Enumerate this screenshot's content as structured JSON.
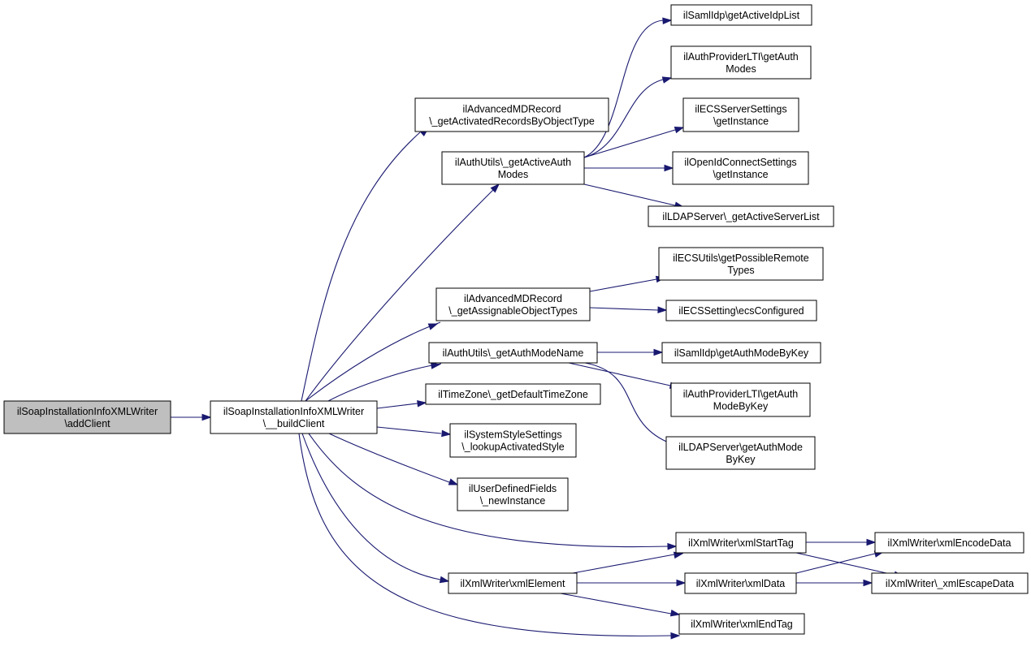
{
  "colors": {
    "edge": "#191970",
    "node_border": "#000000",
    "node_fill": "#ffffff",
    "root_fill": "#bfbfbf"
  },
  "nodes": [
    {
      "id": "n0",
      "lines": [
        "ilSoapInstallationInfoXMLWriter",
        "\\addClient"
      ],
      "root": true
    },
    {
      "id": "n1",
      "lines": [
        "ilSoapInstallationInfoXMLWriter",
        "\\__buildClient"
      ]
    },
    {
      "id": "n2",
      "lines": [
        "ilAdvancedMDRecord",
        "\\_getActivatedRecordsByObjectType"
      ]
    },
    {
      "id": "n3",
      "lines": [
        "ilAuthUtils\\_getActiveAuth",
        "Modes"
      ]
    },
    {
      "id": "n4",
      "lines": [
        "ilAdvancedMDRecord",
        "\\_getAssignableObjectTypes"
      ]
    },
    {
      "id": "n5",
      "lines": [
        "ilAuthUtils\\_getAuthModeName"
      ]
    },
    {
      "id": "n6",
      "lines": [
        "ilTimeZone\\_getDefaultTimeZone"
      ]
    },
    {
      "id": "n7",
      "lines": [
        "ilSystemStyleSettings",
        "\\_lookupActivatedStyle"
      ]
    },
    {
      "id": "n8",
      "lines": [
        "ilUserDefinedFields",
        "\\_newInstance"
      ]
    },
    {
      "id": "n9",
      "lines": [
        "ilXmlWriter\\xmlStartTag"
      ]
    },
    {
      "id": "n10",
      "lines": [
        "ilXmlWriter\\xmlElement"
      ]
    },
    {
      "id": "n11",
      "lines": [
        "ilXmlWriter\\xmlEndTag"
      ]
    },
    {
      "id": "n12",
      "lines": [
        "ilSamlIdp\\getActiveIdpList"
      ]
    },
    {
      "id": "n13",
      "lines": [
        "ilAuthProviderLTI\\getAuth",
        "Modes"
      ]
    },
    {
      "id": "n14",
      "lines": [
        "ilECSServerSettings",
        "\\getInstance"
      ]
    },
    {
      "id": "n15",
      "lines": [
        "ilOpenIdConnectSettings",
        "\\getInstance"
      ]
    },
    {
      "id": "n16",
      "lines": [
        "ilLDAPServer\\_getActiveServerList"
      ]
    },
    {
      "id": "n17",
      "lines": [
        "ilECSUtils\\getPossibleRemote",
        "Types"
      ]
    },
    {
      "id": "n18",
      "lines": [
        "ilECSSetting\\ecsConfigured"
      ]
    },
    {
      "id": "n19",
      "lines": [
        "ilSamlIdp\\getAuthModeByKey"
      ]
    },
    {
      "id": "n20",
      "lines": [
        "ilAuthProviderLTI\\getAuth",
        "ModeByKey"
      ]
    },
    {
      "id": "n21",
      "lines": [
        "ilLDAPServer\\getAuthMode",
        "ByKey"
      ]
    },
    {
      "id": "n22",
      "lines": [
        "ilXmlWriter\\xmlEncodeData"
      ]
    },
    {
      "id": "n23",
      "lines": [
        "ilXmlWriter\\_xmlEscapeData"
      ]
    },
    {
      "id": "n24",
      "lines": [
        "ilXmlWriter\\xmlData"
      ]
    }
  ],
  "edges": [
    {
      "from": "n0",
      "to": "n1"
    },
    {
      "from": "n1",
      "to": "n2"
    },
    {
      "from": "n1",
      "to": "n3"
    },
    {
      "from": "n1",
      "to": "n4"
    },
    {
      "from": "n1",
      "to": "n5"
    },
    {
      "from": "n1",
      "to": "n6"
    },
    {
      "from": "n1",
      "to": "n7"
    },
    {
      "from": "n1",
      "to": "n8"
    },
    {
      "from": "n1",
      "to": "n9"
    },
    {
      "from": "n1",
      "to": "n10"
    },
    {
      "from": "n1",
      "to": "n11"
    },
    {
      "from": "n3",
      "to": "n12"
    },
    {
      "from": "n3",
      "to": "n13"
    },
    {
      "from": "n3",
      "to": "n14"
    },
    {
      "from": "n3",
      "to": "n15"
    },
    {
      "from": "n3",
      "to": "n16"
    },
    {
      "from": "n4",
      "to": "n17"
    },
    {
      "from": "n4",
      "to": "n18"
    },
    {
      "from": "n5",
      "to": "n19"
    },
    {
      "from": "n5",
      "to": "n20"
    },
    {
      "from": "n5",
      "to": "n21"
    },
    {
      "from": "n9",
      "to": "n22"
    },
    {
      "from": "n9",
      "to": "n23"
    },
    {
      "from": "n10",
      "to": "n9"
    },
    {
      "from": "n10",
      "to": "n24"
    },
    {
      "from": "n10",
      "to": "n11"
    },
    {
      "from": "n24",
      "to": "n22"
    },
    {
      "from": "n24",
      "to": "n23"
    }
  ]
}
